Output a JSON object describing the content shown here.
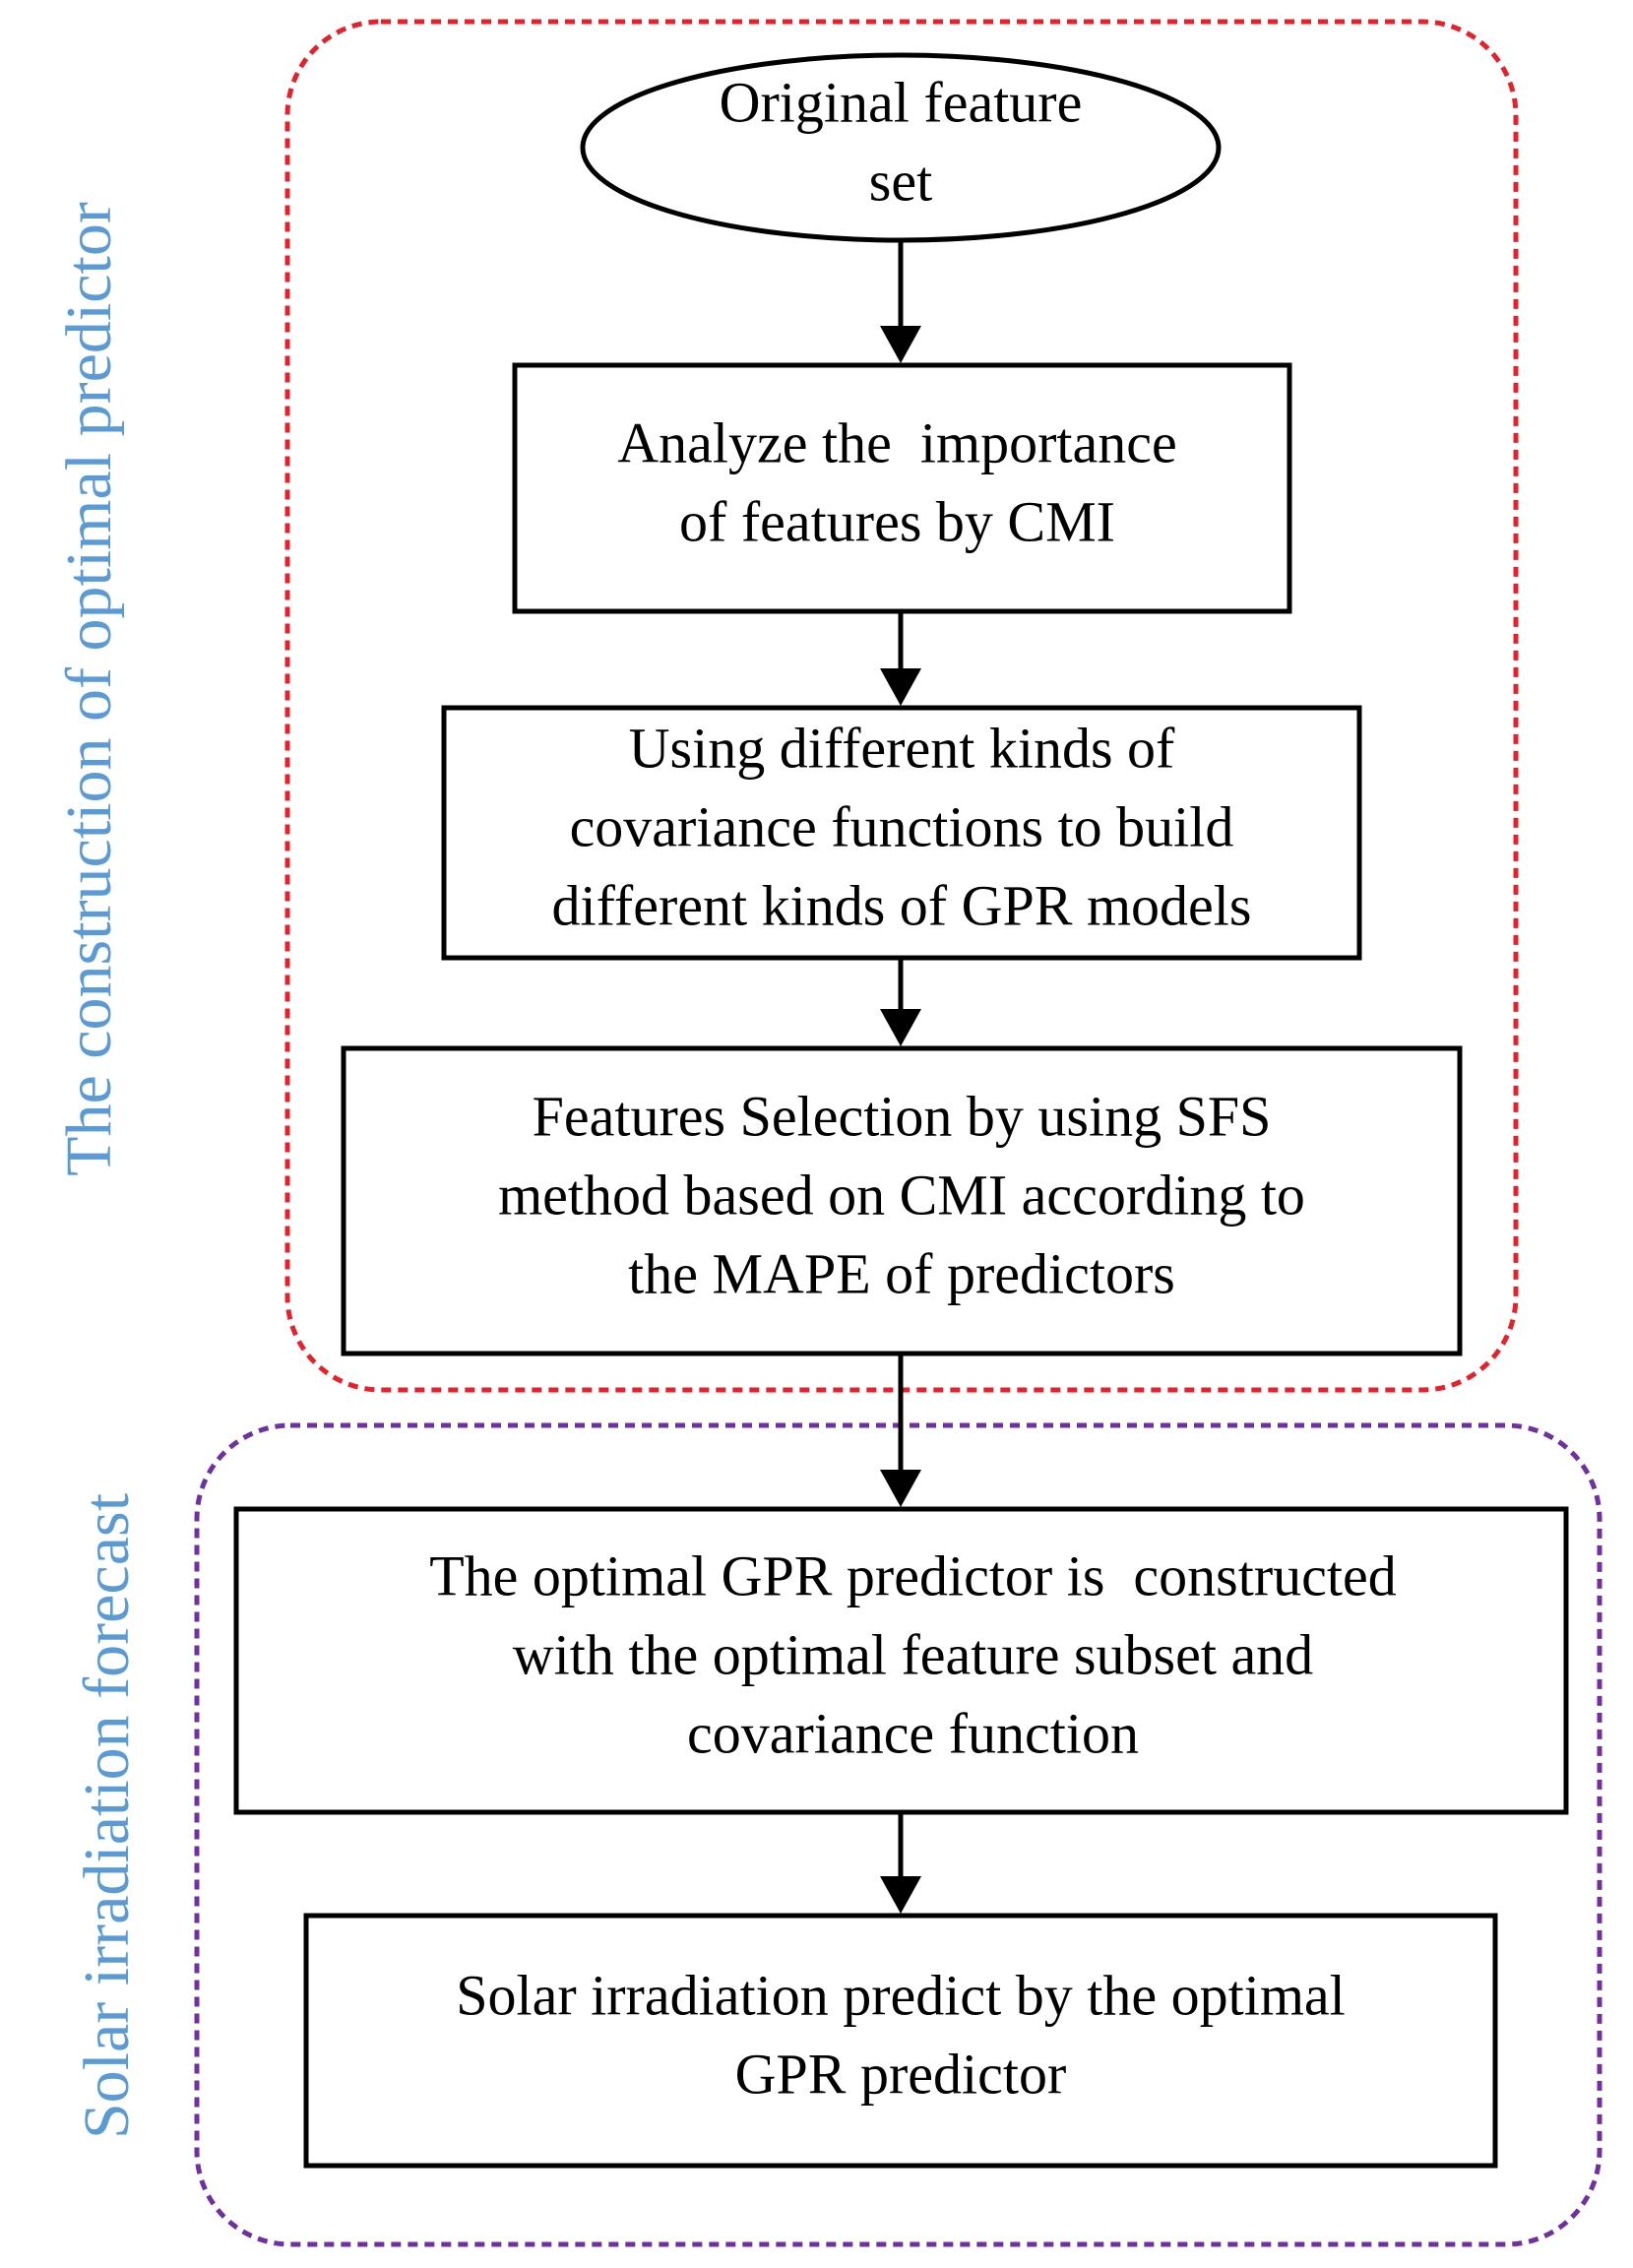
{
  "groups": [
    {
      "id": "group-optimal-predictor",
      "label": "The construction of optimal predictor",
      "border_color": "#e8202a",
      "label_color": "#5b9bd5"
    },
    {
      "id": "group-solar-forecast",
      "label": "Solar irradiation forecast",
      "border_color": "#7030a0",
      "label_color": "#5b9bd5"
    }
  ],
  "nodes": [
    {
      "id": "original-feature-set",
      "shape": "ellipse",
      "lines": [
        "Original feature",
        "set"
      ]
    },
    {
      "id": "analyze-importance",
      "shape": "rect",
      "lines": [
        "Analyze the  importance",
        "of features by CMI"
      ]
    },
    {
      "id": "covariance-functions",
      "shape": "rect",
      "lines": [
        "Using different kinds of",
        "covariance functions to build",
        "different kinds of GPR models"
      ]
    },
    {
      "id": "features-selection",
      "shape": "rect",
      "lines": [
        "Features Selection by using SFS",
        "method based on CMI according to",
        "the MAPE of predictors"
      ]
    },
    {
      "id": "optimal-gpr-constructed",
      "shape": "rect",
      "lines": [
        "The optimal GPR predictor is  constructed",
        "with the optimal feature subset and",
        "covariance function"
      ]
    },
    {
      "id": "solar-predict",
      "shape": "rect",
      "lines": [
        "Solar irradiation predict by the optimal",
        "GPR predictor"
      ]
    }
  ],
  "edges": [
    {
      "from": "original-feature-set",
      "to": "analyze-importance"
    },
    {
      "from": "analyze-importance",
      "to": "covariance-functions"
    },
    {
      "from": "covariance-functions",
      "to": "features-selection"
    },
    {
      "from": "features-selection",
      "to": "optimal-gpr-constructed"
    },
    {
      "from": "optimal-gpr-constructed",
      "to": "solar-predict"
    }
  ]
}
